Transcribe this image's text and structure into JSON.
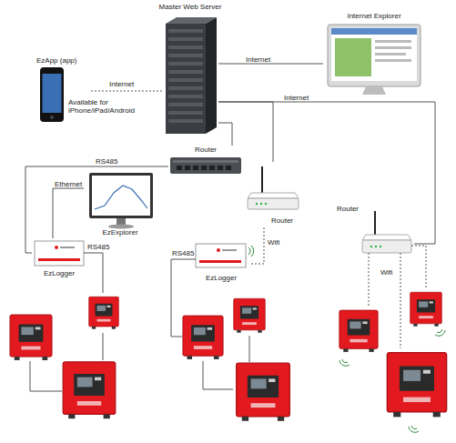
{
  "diagram": {
    "nodes": [
      {
        "text": [
          "Master Web Server"
        ]
      },
      {
        "text": [
          "Internet Explorer"
        ]
      },
      {
        "text": [
          "EzApp (app)",
          "Available for iPhone/iPad/Android"
        ]
      },
      {
        "text": [
          "Router"
        ]
      },
      {
        "text": [
          "EzExplorer"
        ]
      },
      {
        "text": [
          "EzLogger"
        ]
      },
      {
        "text": [
          "Router"
        ]
      },
      {
        "text": [
          "EzLogger"
        ]
      },
      {
        "text": [
          "Router"
        ]
      }
    ],
    "edges": [
      {
        "from": 2,
        "to": 0,
        "arrow": "none",
        "label": "Internet"
      },
      {
        "from": 0,
        "to": 1,
        "arrow": "none",
        "label": "Internet"
      },
      {
        "from": 0,
        "to": 3,
        "arrow": "none"
      },
      {
        "from": 0,
        "to": 6,
        "arrow": "none"
      },
      {
        "from": 0,
        "to": 8,
        "arrow": "none",
        "label": "Internet"
      },
      {
        "from": 3,
        "to": 5,
        "arrow": "none",
        "label": "RS485"
      },
      {
        "from": 4,
        "to": 5,
        "arrow": "none",
        "label": "Ethernet"
      },
      {
        "from": 6,
        "to": 7,
        "arrow": "none",
        "label": "Wifi"
      }
    ],
    "labels": [
      "RS485",
      "RS485",
      "Wifi"
    ]
  }
}
